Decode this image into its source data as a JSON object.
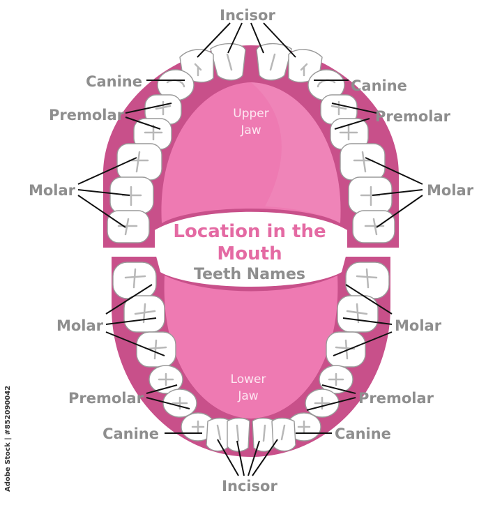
{
  "diagram": {
    "title_line1": "Location in the",
    "title_line2": "Mouth",
    "subtitle": "Teeth Names",
    "upper_jaw": {
      "line1": "Upper",
      "line2": "Jaw"
    },
    "lower_jaw": {
      "line1": "Lower",
      "line2": "Jaw"
    },
    "labels": {
      "incisor": "Incisor",
      "canine": "Canine",
      "premolar": "Premolar",
      "molar": "Molar"
    },
    "colors": {
      "gum": "#c8508a",
      "palate": "#ee7ab2",
      "tooth": "#ffffff",
      "label_text": "#8e8e8e",
      "title_text": "#e46aa3"
    }
  },
  "watermark": {
    "credit": "Adobe Stock | #852090042"
  }
}
